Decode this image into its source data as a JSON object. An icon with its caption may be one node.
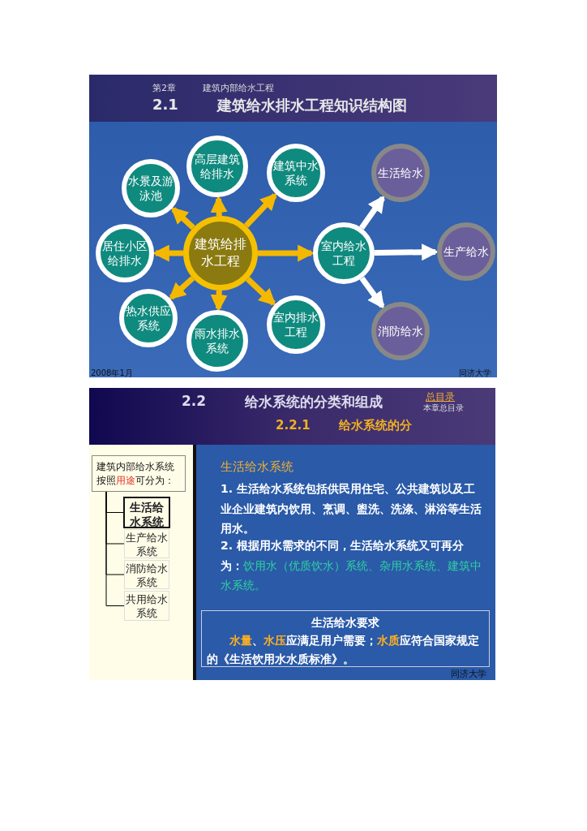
{
  "diagram": {
    "nodes": [
      {
        "text": [
          "建筑给排水工程"
        ]
      },
      {
        "text": [
          "高层建筑给排水"
        ]
      },
      {
        "text": [
          "建筑中水系统"
        ]
      },
      {
        "text": [
          "水景及游泳池"
        ]
      },
      {
        "text": [
          "居住小区给排水"
        ]
      },
      {
        "text": [
          "室内给水工程"
        ]
      },
      {
        "text": [
          "热水供应系统"
        ]
      },
      {
        "text": [
          "雨水排水系统"
        ]
      },
      {
        "text": [
          "室内排水工程"
        ]
      },
      {
        "text": [
          "生活给水"
        ]
      },
      {
        "text": [
          "生产给水"
        ]
      },
      {
        "text": [
          "消防给水"
        ]
      },
      {
        "text": [
          "建筑内部给水系统按照**用途**可分为："
        ]
      },
      {
        "text": [
          "生活给水系统"
        ]
      },
      {
        "text": [
          "生产给水系统"
        ]
      },
      {
        "text": [
          "消防给水系统"
        ]
      },
      {
        "text": [
          "共用给水系统"
        ]
      },
      {
        "text": [
          "生活给水要求",
          "**水量**、**水压**应满足用户需要；**水质**应符合国家规定的《生活饮用水水质标准》。"
        ]
      }
    ],
    "edges": [
      {
        "from": 0,
        "to": 1,
        "arrow": "to"
      },
      {
        "from": 0,
        "to": 2,
        "arrow": "to"
      },
      {
        "from": 0,
        "to": 3,
        "arrow": "to"
      },
      {
        "from": 0,
        "to": 4,
        "arrow": "to"
      },
      {
        "from": 0,
        "to": 5,
        "arrow": "to"
      },
      {
        "from": 0,
        "to": 6,
        "arrow": "to"
      },
      {
        "from": 0,
        "to": 7,
        "arrow": "to"
      },
      {
        "from": 0,
        "to": 8,
        "arrow": "to"
      },
      {
        "from": 5,
        "to": 9,
        "arrow": "to",
        "color": "#ffffff"
      },
      {
        "from": 5,
        "to": 10,
        "arrow": "to",
        "color": "#ffffff"
      },
      {
        "from": 5,
        "to": 11,
        "arrow": "to",
        "color": "#ffffff"
      },
      {
        "from": 12,
        "to": 13,
        "arrow": "none",
        "color": "#000000"
      },
      {
        "from": 12,
        "to": 14,
        "arrow": "none",
        "color": "#000000"
      },
      {
        "from": 12,
        "to": 15,
        "arrow": "none",
        "color": "#000000"
      },
      {
        "from": 12,
        "to": 16,
        "arrow": "none",
        "color": "#000000"
      }
    ],
    "labels": [
      "第2章",
      "建筑内部给水工程",
      "2.1",
      "建筑给水排水工程知识结构图",
      "2008年1月",
      "同济大学",
      "2.2",
      "给水系统的分类和组成",
      "总目录",
      "本章总目录",
      "2.2.1",
      "给水系统的分",
      "生活给水系统",
      "1. 生活给水系统包括供民用住宅、公共建筑以及工业企业建筑内饮用、烹调、盥洗、洗涤、淋浴等生活用水。",
      "2. 根据用水需求的不同，生活给水系统又可再分为：**饮用水（优质饮水）系统、杂用水系统、建筑中水系统。**",
      "同济大学"
    ]
  }
}
